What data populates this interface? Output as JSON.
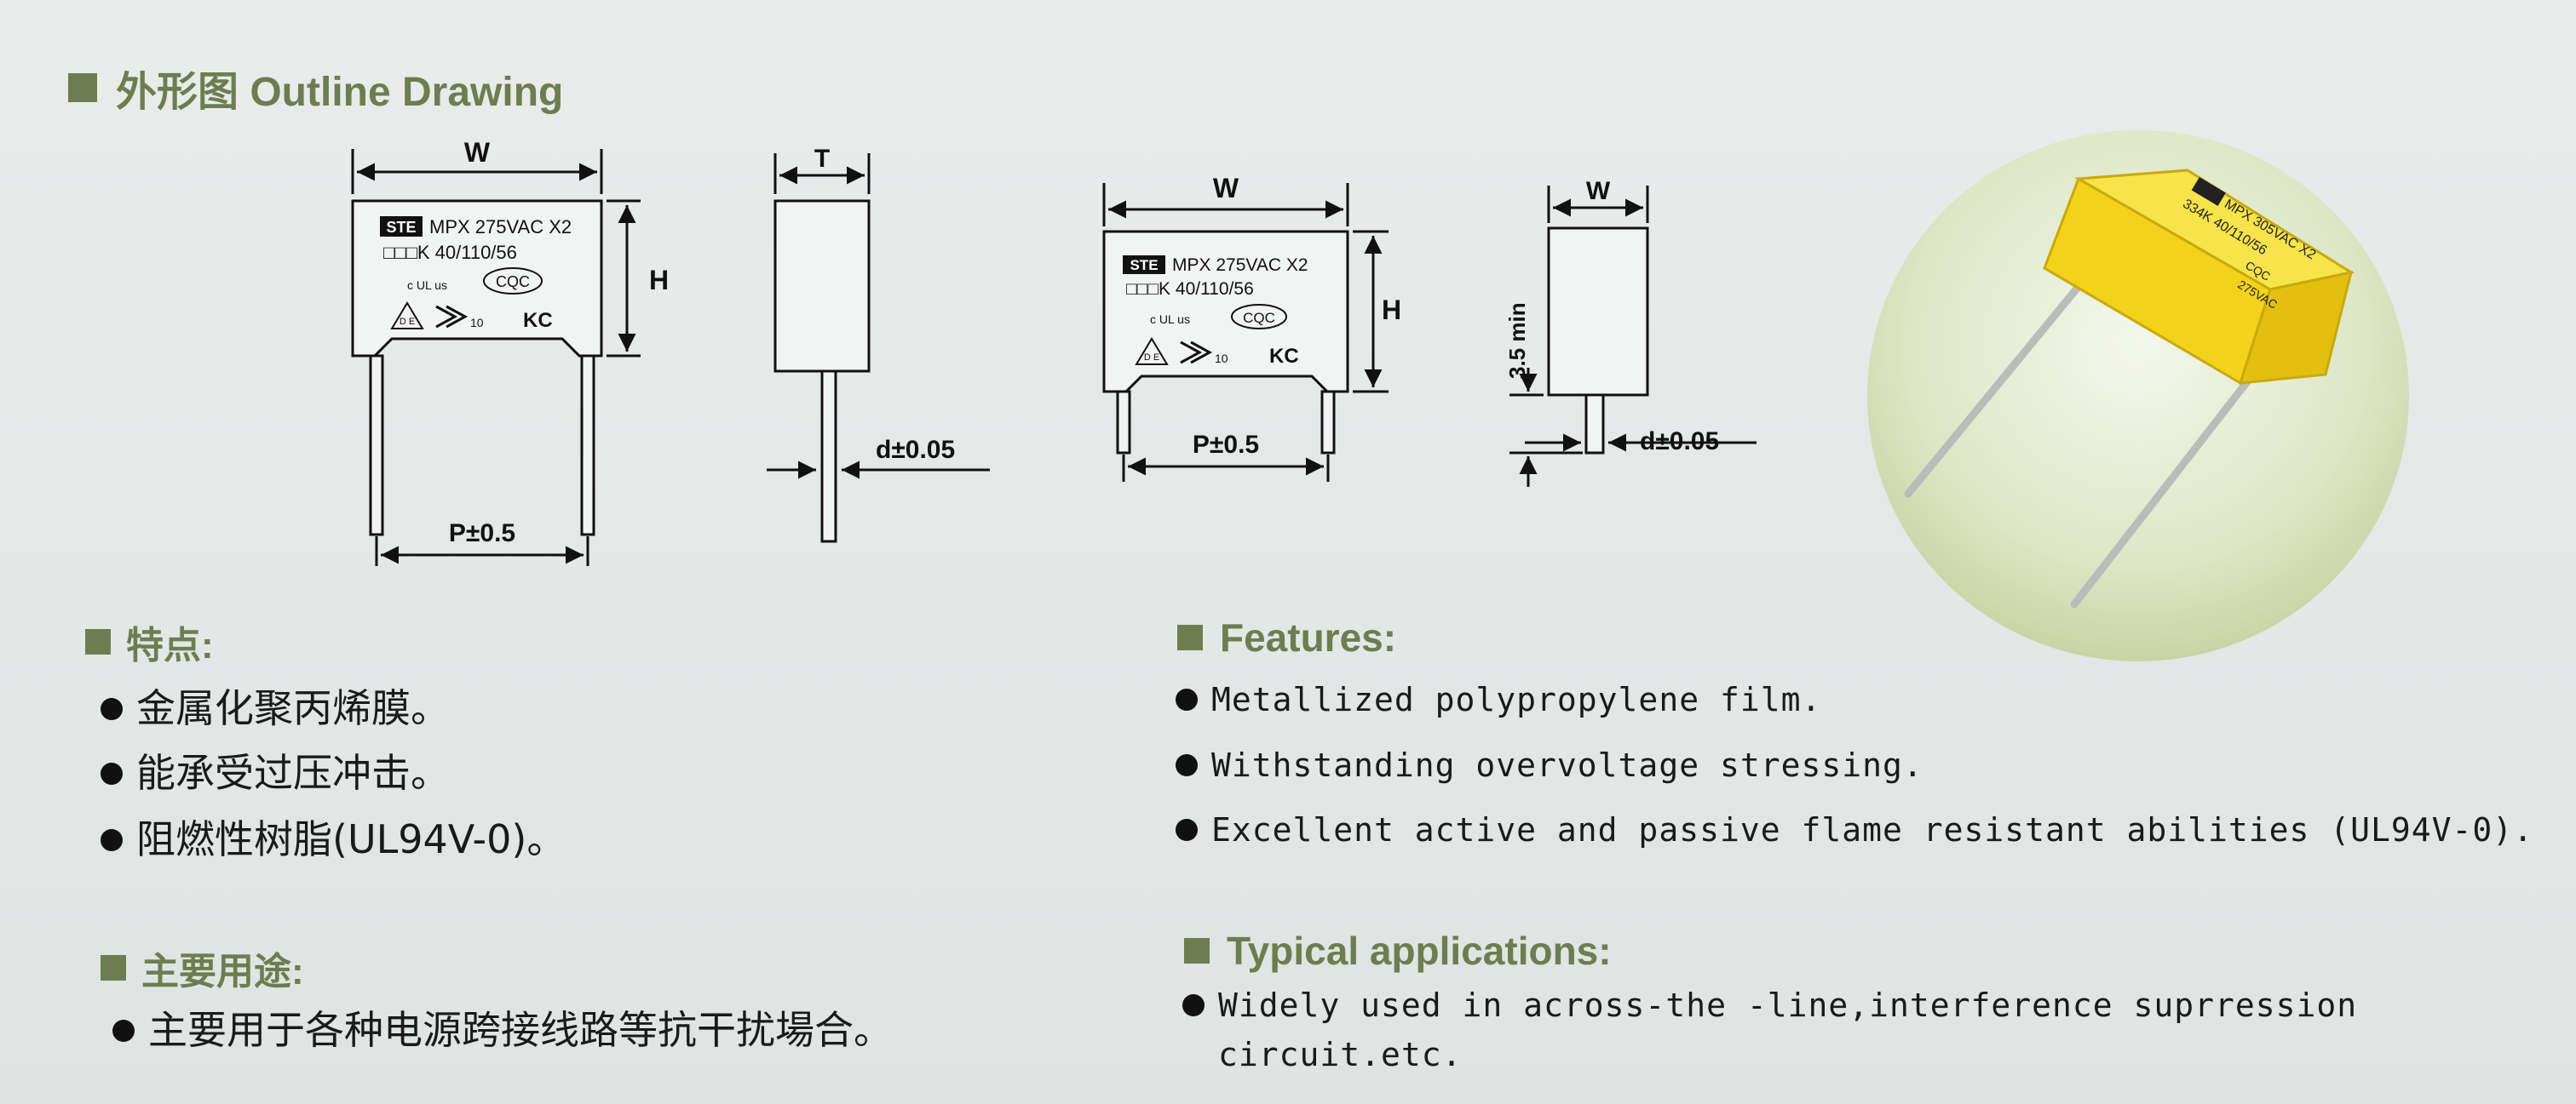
{
  "outline": {
    "title": "外形图 Outline Drawing"
  },
  "drawing": {
    "width_label": "W",
    "height_label": "H",
    "thickness_label": "T",
    "pitch_label": "P±0.5",
    "lead_label": "d±0.05",
    "lead_length_label": "3.5 min",
    "marking": {
      "brand": "STE",
      "line1": "MPX 275VAC X2",
      "line2": "□□□K 40/110/56",
      "cqc": "CQC",
      "ul": "c UL us",
      "vde": "D E",
      "enec": "10",
      "kc": "KC"
    }
  },
  "photo": {
    "line1": "MPX 305VAC X2",
    "line2": "334K 40/110/56",
    "cqc": "CQC",
    "rating": "275VAC"
  },
  "features_cn": {
    "title": "特点:",
    "items": [
      "金属化聚丙烯膜。",
      "能承受过压冲击。",
      "阻燃性树脂(UL94V-0)。"
    ]
  },
  "features_en": {
    "title": "Features:",
    "items": [
      "Metallized polypropylene film.",
      "Withstanding overvoltage stressing.",
      "Excellent active and passive flame resistant abilities (UL94V-0)."
    ]
  },
  "applications_cn": {
    "title": "主要用途:",
    "items": [
      "主要用于各种电源跨接线路等抗干扰場合。"
    ]
  },
  "applications_en": {
    "title": "Typical applications:",
    "line1": "Widely used in across-the -line,interference suprression",
    "line2": "circuit.etc."
  }
}
